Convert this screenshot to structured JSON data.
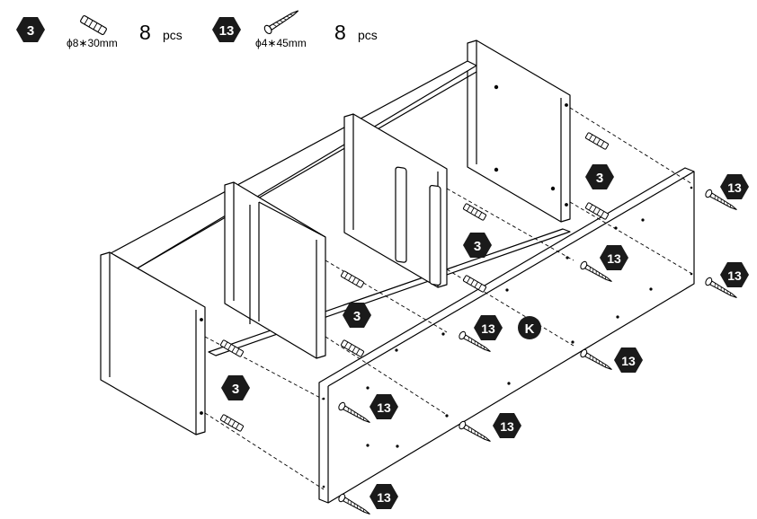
{
  "legend": {
    "items": [
      {
        "part_number": "3",
        "part": "wooden-dowel-icon",
        "size": "ϕ8∗30mm",
        "qty": "8",
        "unit": "pcs"
      },
      {
        "part_number": "13",
        "part": "screw-icon",
        "size": "ϕ4∗45mm",
        "qty": "8",
        "unit": "pcs"
      }
    ]
  },
  "callouts": {
    "dowel": "3",
    "screw": "13",
    "panel_k": "K"
  },
  "colors": {
    "badge": "#1a1a1a",
    "panel_fill": "#ffffff",
    "line": "#000000"
  }
}
